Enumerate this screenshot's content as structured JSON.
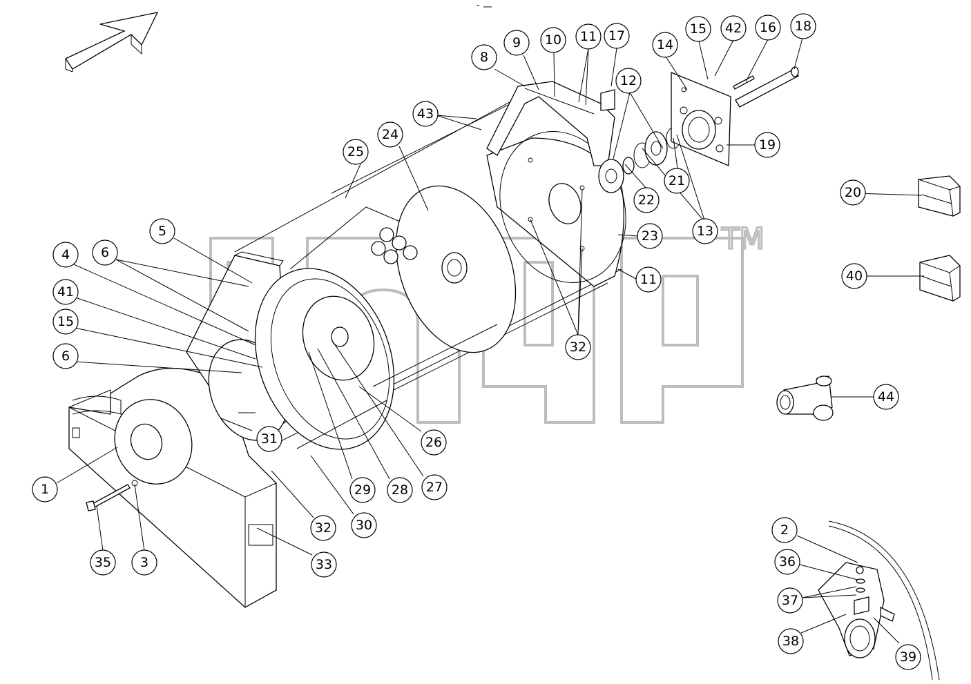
{
  "diagram": {
    "title": "",
    "watermark": "anap",
    "trademark": "TM",
    "callouts": [
      {
        "id": "c1",
        "label": "1"
      },
      {
        "id": "c2",
        "label": "2"
      },
      {
        "id": "c3",
        "label": "3"
      },
      {
        "id": "c4",
        "label": "4"
      },
      {
        "id": "c5",
        "label": "5"
      },
      {
        "id": "c6a",
        "label": "6"
      },
      {
        "id": "c6b",
        "label": "6"
      },
      {
        "id": "c8",
        "label": "8"
      },
      {
        "id": "c9",
        "label": "9"
      },
      {
        "id": "c10",
        "label": "10"
      },
      {
        "id": "c11a",
        "label": "11"
      },
      {
        "id": "c11b",
        "label": "11"
      },
      {
        "id": "c12",
        "label": "12"
      },
      {
        "id": "c13",
        "label": "13"
      },
      {
        "id": "c14",
        "label": "14"
      },
      {
        "id": "c15a",
        "label": "15"
      },
      {
        "id": "c15b",
        "label": "15"
      },
      {
        "id": "c16",
        "label": "16"
      },
      {
        "id": "c17",
        "label": "17"
      },
      {
        "id": "c18",
        "label": "18"
      },
      {
        "id": "c19",
        "label": "19"
      },
      {
        "id": "c20",
        "label": "20"
      },
      {
        "id": "c21",
        "label": "21"
      },
      {
        "id": "c22",
        "label": "22"
      },
      {
        "id": "c23",
        "label": "23"
      },
      {
        "id": "c24",
        "label": "24"
      },
      {
        "id": "c25",
        "label": "25"
      },
      {
        "id": "c26",
        "label": "26"
      },
      {
        "id": "c27",
        "label": "27"
      },
      {
        "id": "c28",
        "label": "28"
      },
      {
        "id": "c29",
        "label": "29"
      },
      {
        "id": "c30",
        "label": "30"
      },
      {
        "id": "c31",
        "label": "31"
      },
      {
        "id": "c32a",
        "label": "32"
      },
      {
        "id": "c32b",
        "label": "32"
      },
      {
        "id": "c33",
        "label": "33"
      },
      {
        "id": "c35",
        "label": "35"
      },
      {
        "id": "c36",
        "label": "36"
      },
      {
        "id": "c37",
        "label": "37"
      },
      {
        "id": "c38",
        "label": "38"
      },
      {
        "id": "c39",
        "label": "39"
      },
      {
        "id": "c40",
        "label": "40"
      },
      {
        "id": "c41",
        "label": "41"
      },
      {
        "id": "c42",
        "label": "42"
      },
      {
        "id": "c43",
        "label": "43"
      },
      {
        "id": "c44",
        "label": "44"
      }
    ]
  }
}
